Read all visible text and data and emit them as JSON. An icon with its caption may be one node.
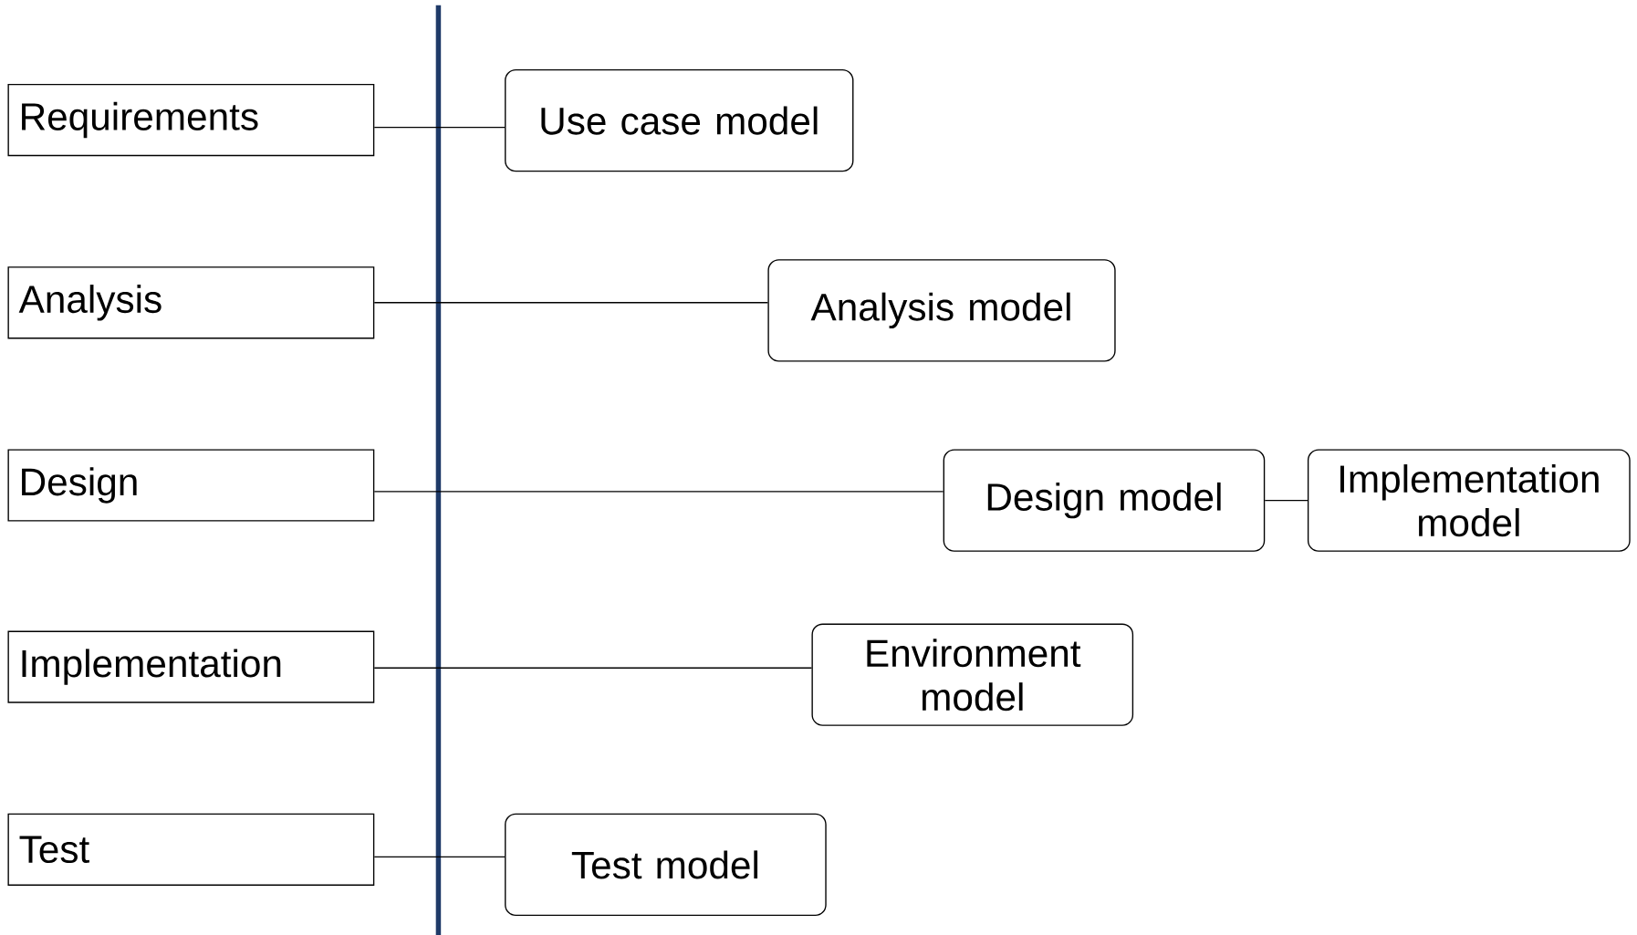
{
  "diagram": {
    "nodes": [
      {
        "text": [
          "Requirements"
        ]
      },
      {
        "text": [
          "Analysis"
        ]
      },
      {
        "text": [
          "Design"
        ]
      },
      {
        "text": [
          "Implementation"
        ]
      },
      {
        "text": [
          "Test"
        ]
      },
      {
        "text": [
          "Use case model"
        ]
      },
      {
        "text": [
          "Analysis model"
        ]
      },
      {
        "text": [
          "Design model"
        ]
      },
      {
        "text": [
          "Implementation model"
        ]
      },
      {
        "text": [
          "Environment model"
        ]
      },
      {
        "text": [
          "Test model"
        ]
      }
    ],
    "edges": [
      {
        "from": 0,
        "to": 5,
        "arrow": "none"
      },
      {
        "from": 1,
        "to": 6,
        "arrow": "none"
      },
      {
        "from": 2,
        "to": 7,
        "arrow": "none"
      },
      {
        "from": 3,
        "to": 9,
        "arrow": "none"
      },
      {
        "from": 4,
        "to": 10,
        "arrow": "none"
      },
      {
        "from": 7,
        "to": 8,
        "arrow": "none"
      }
    ]
  }
}
